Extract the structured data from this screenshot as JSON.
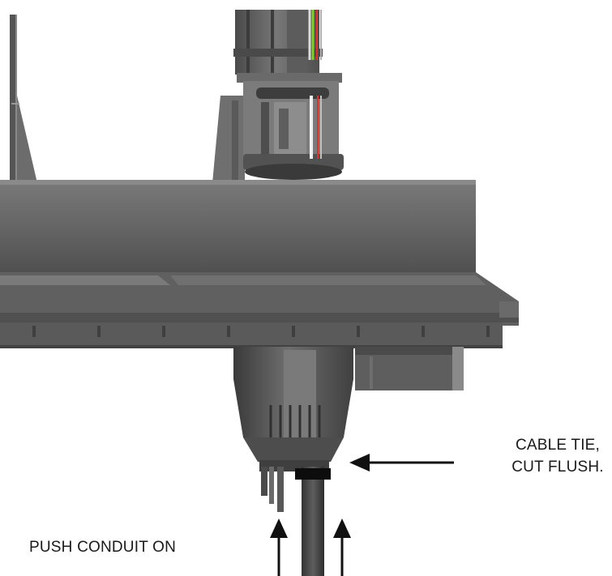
{
  "callouts": {
    "cable_tie": {
      "line1": "CABLE TIE,",
      "line2": "CUT FLUSH."
    },
    "push_conduit": "PUSH CONDUIT ON"
  },
  "colors": {
    "housing_dark": "#4a4a4a",
    "housing_mid": "#6b6b6b",
    "housing_light": "#8c8c8c",
    "wire_green": "#7ed321",
    "wire_red": "#e0302a",
    "wire_white": "#f2f2f2",
    "arrow": "#111111",
    "cable_tie": "#0d0d0d"
  }
}
